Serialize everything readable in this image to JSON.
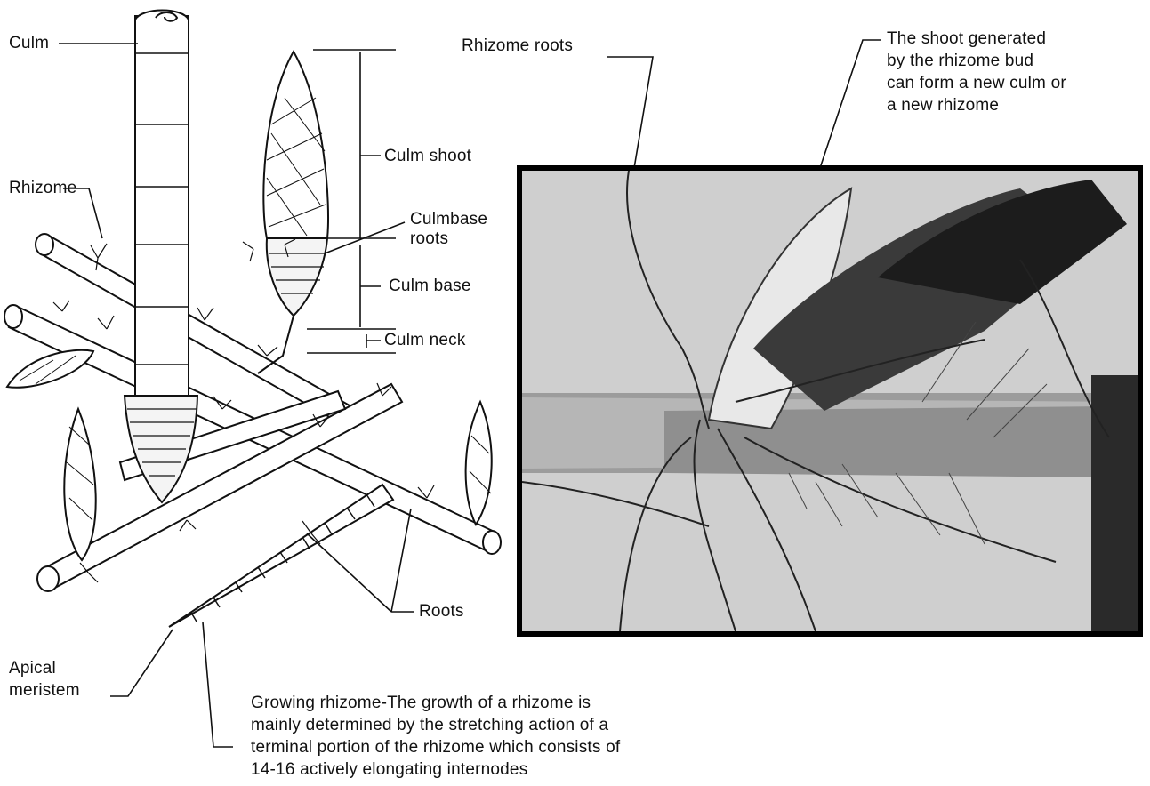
{
  "labels": {
    "culm": "Culm",
    "rhizome": "Rhizome",
    "culm_shoot": "Culm shoot",
    "culmbase_roots": [
      "Culmbase",
      "roots"
    ],
    "culm_base": "Culm base",
    "culm_neck": "Culm neck",
    "roots": "Roots",
    "apical_meristem": [
      "Apical",
      "meristem"
    ],
    "rhizome_roots": "Rhizome roots",
    "shoot_caption": [
      "The shoot generated",
      "by the rhizome bud",
      "can form a new culm or",
      "a new rhizome"
    ],
    "growing_caption": [
      "Growing rhizome-The growth of a rhizome is",
      "mainly determined by the stretching action of a",
      "terminal portion of the rhizome which consists of",
      "14-16 actively elongating internodes"
    ]
  }
}
